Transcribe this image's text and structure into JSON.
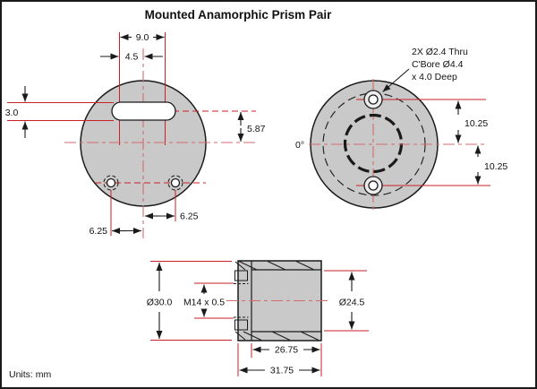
{
  "title": "Mounted Anamorphic Prism Pair",
  "units_label": "Units: mm",
  "colors": {
    "part_fill": "#c9c9c9",
    "edge_line": "#1a1a1a",
    "dimension_red": "#c92127",
    "centerline_red": "#d46a6e"
  },
  "front_view": {
    "dim_slot_span": "9.0",
    "dim_slot_half": "4.5",
    "dim_slot_height": "3.0",
    "dim_slot_offset": "5.87",
    "dim_hole_right": "6.25",
    "dim_hole_left": "6.25"
  },
  "back_view": {
    "angle_label": "0°",
    "callout_line1": "2X Ø2.4 Thru",
    "callout_line2": "C'Bore Ø4.4",
    "callout_line3": "x 4.0 Deep",
    "dim_hole_top": "10.25",
    "dim_hole_bottom": "10.25"
  },
  "side_view": {
    "dim_outer_dia": "Ø30.0",
    "dim_thread": "M14 x 0.5",
    "dim_inner_dia": "Ø24.5",
    "dim_body_length": "26.75",
    "dim_total_length": "31.75"
  }
}
